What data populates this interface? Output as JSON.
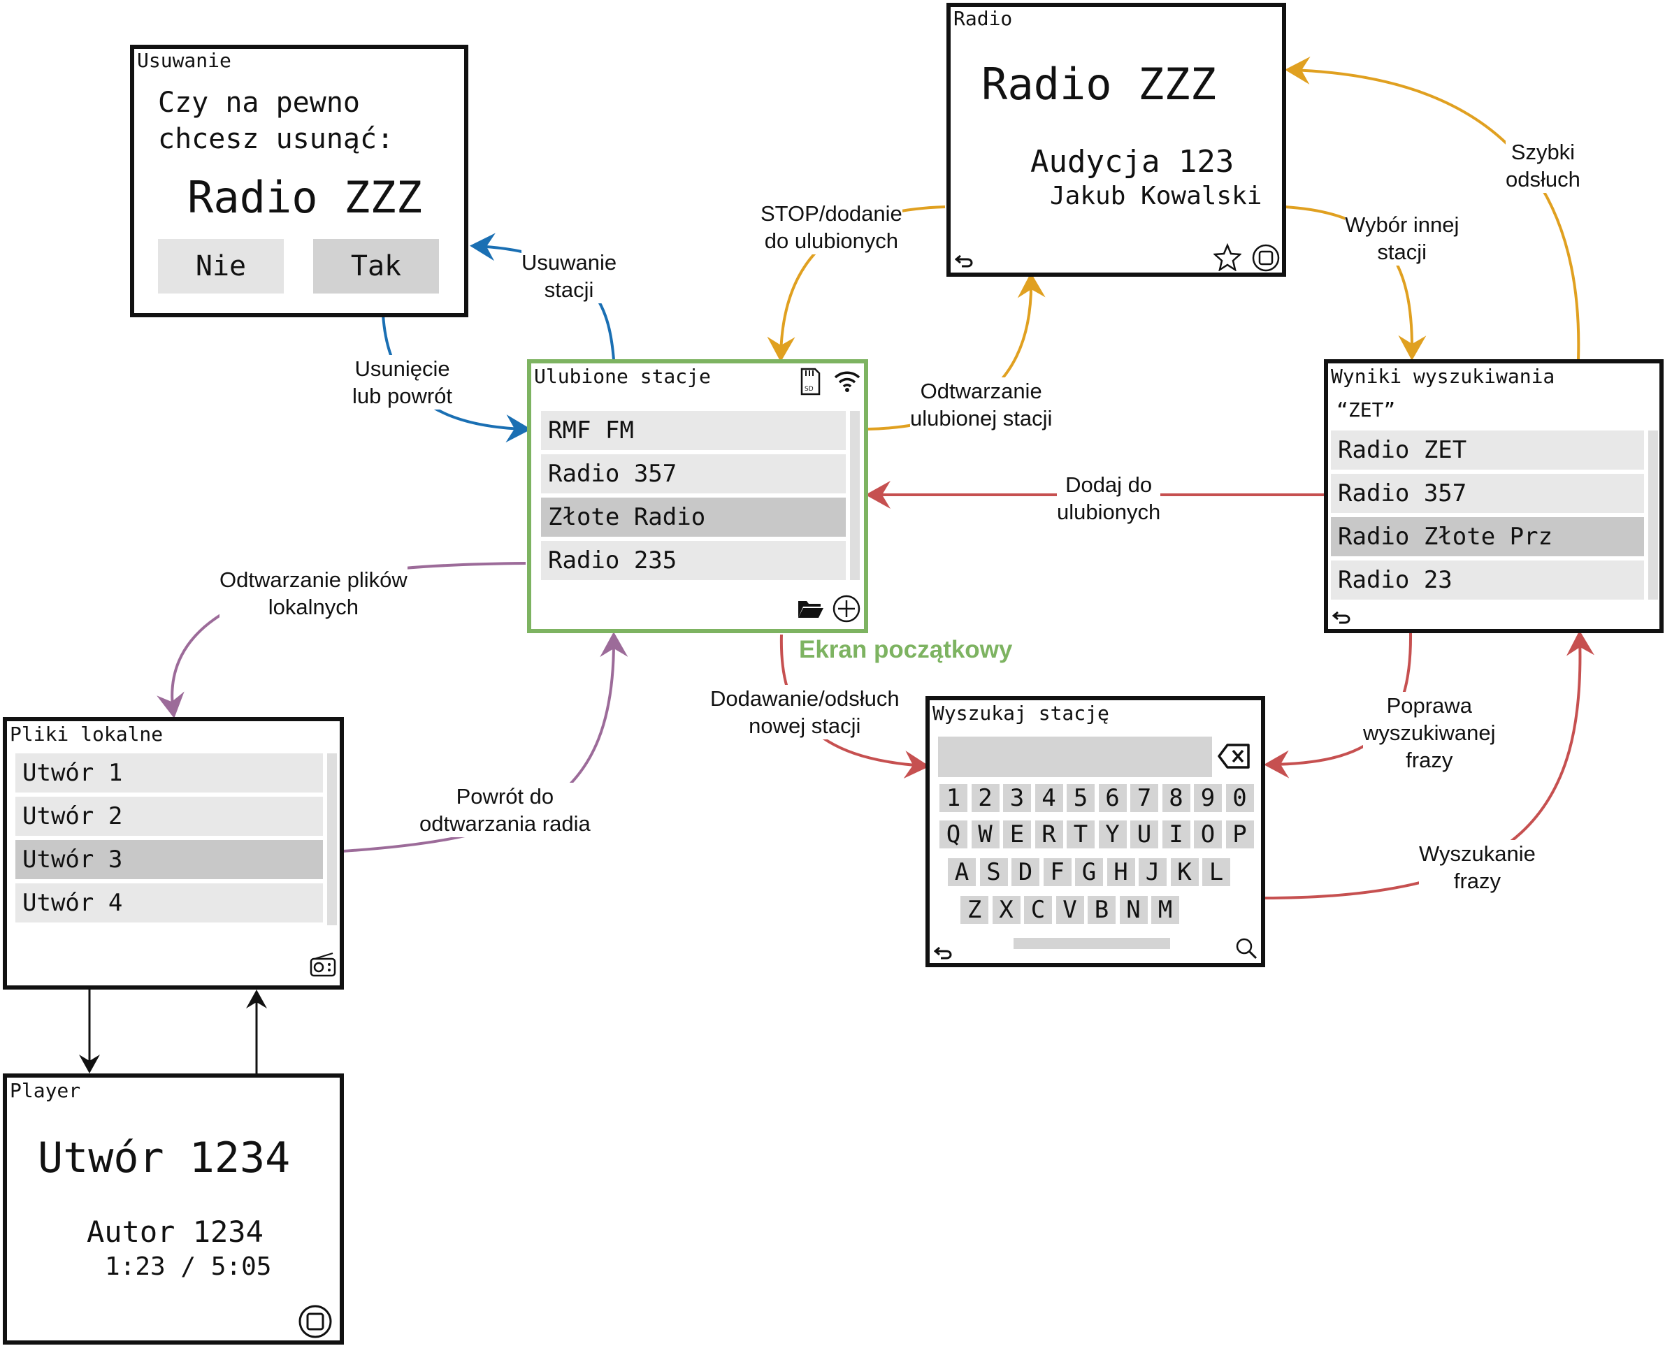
{
  "colors": {
    "blue": "#1a6fb3",
    "orange": "#e0a020",
    "red": "#c65050",
    "purple": "#9c6b99",
    "black": "#111111",
    "green": "#7db361"
  },
  "home_caption": "Ekran początkowy",
  "screens": {
    "usuwanie": {
      "title": "Usuwanie",
      "line1": "Czy na pewno",
      "line2": "chcesz usunąć:",
      "station": "Radio ZZZ",
      "no": "Nie",
      "yes": "Tak"
    },
    "radio": {
      "title": "Radio",
      "station": "Radio ZZZ",
      "show": "Audycja 123",
      "host": "Jakub Kowalski",
      "icons": [
        "back-icon",
        "star-icon",
        "stop-icon"
      ]
    },
    "favorites": {
      "title": "Ulubione stacje",
      "items": [
        "RMF FM",
        "Radio 357",
        "Złote Radio",
        "Radio 235"
      ],
      "selected_index": 2,
      "icons": [
        "sd-card-icon",
        "wifi-icon",
        "folder-icon",
        "add-icon"
      ]
    },
    "results": {
      "title": "Wyniki wyszukiwania",
      "query": "“ZET”",
      "items": [
        "Radio ZET",
        "Radio 357",
        "Radio Złote Prz",
        "Radio 23"
      ],
      "selected_index": 2,
      "icons": [
        "back-icon"
      ]
    },
    "local": {
      "title": "Pliki lokalne",
      "items": [
        "Utwór 1",
        "Utwór 2",
        "Utwór 3",
        "Utwór 4"
      ],
      "selected_index": 2,
      "icons": [
        "radio-icon"
      ]
    },
    "search": {
      "title": "Wyszukaj stację",
      "row1": [
        "1",
        "2",
        "3",
        "4",
        "5",
        "6",
        "7",
        "8",
        "9",
        "0"
      ],
      "row2": [
        "Q",
        "W",
        "E",
        "R",
        "T",
        "Y",
        "U",
        "I",
        "O",
        "P"
      ],
      "row3": [
        "A",
        "S",
        "D",
        "F",
        "G",
        "H",
        "J",
        "K",
        "L"
      ],
      "row4": [
        "Z",
        "X",
        "C",
        "V",
        "B",
        "N",
        "M"
      ],
      "icons": [
        "backspace-icon",
        "back-icon",
        "search-icon"
      ]
    },
    "player": {
      "title": "Player",
      "track": "Utwór 1234",
      "author": "Autor 1234",
      "time": "1:23 / 5:05",
      "icons": [
        "stop-icon"
      ]
    }
  },
  "edges": {
    "usuwanie_stacji": "Usuwanie\nstacji",
    "usuniecie_powrot": "Usunięcie\nlub powrót",
    "stop_dodanie": "STOP/dodanie\ndo ulubionych",
    "odtwarzanie_ulubionej": "Odtwarzanie\nulubionej stacji",
    "wybor_innej": "Wybór innej\nstacji",
    "szybki_odsluch": "Szybki\nodsłuch",
    "dodaj_do_ulubionych": "Dodaj do\nulubionych",
    "odtwarzanie_plikow": "Odtwarzanie plików\nlokalnych",
    "powrot_radia": "Powrót do\nodtwarzania radia",
    "dodawanie_odsluch": "Dodawanie/odsłuch\nnowej stacji",
    "poprawa": "Poprawa\nwyszukiwanej\nfrazy",
    "wyszukanie": "Wyszukanie\nfrazy"
  }
}
